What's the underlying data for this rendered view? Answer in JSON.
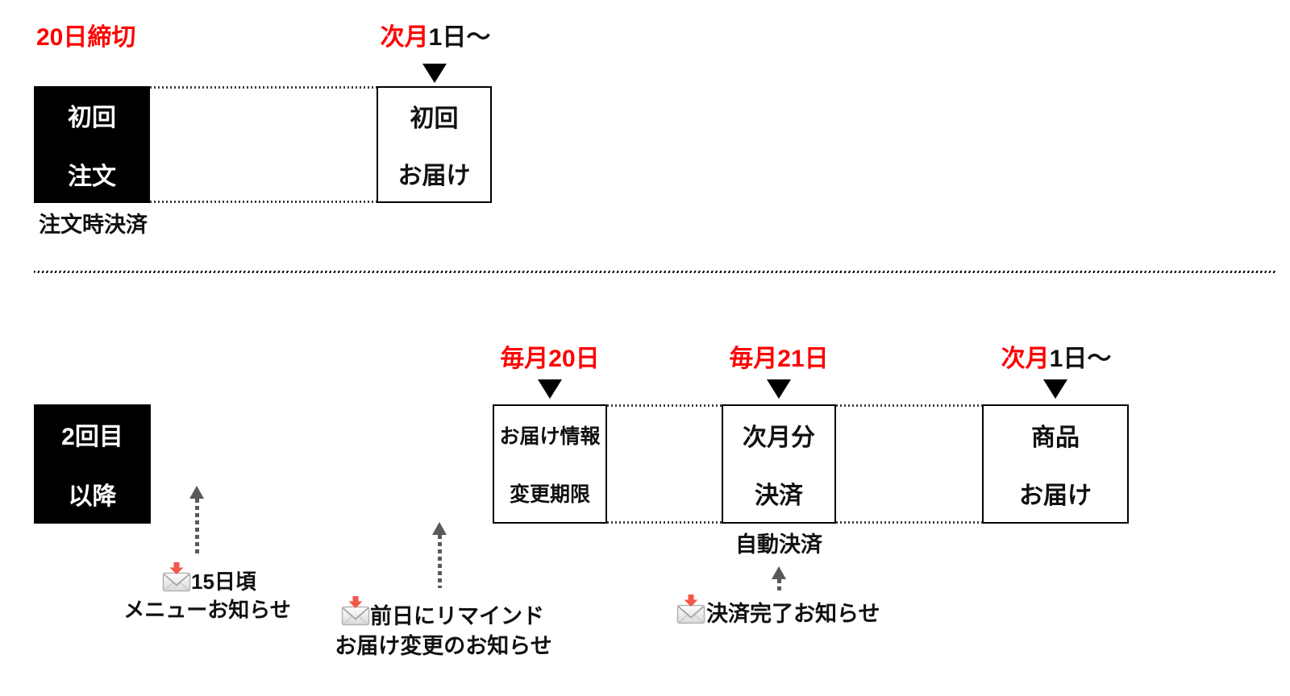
{
  "palette": {
    "red": "#fe0000",
    "ink": "#111111",
    "arrow_gray": "#595959",
    "mail_red": "#f3564a"
  },
  "first_order": {
    "deadline_label": "20日締切",
    "delivery_date_red": "次月",
    "delivery_date_black": "1日～",
    "order_box": {
      "line1": "初回",
      "line2": "注文"
    },
    "delivery_box": {
      "line1": "初回",
      "line2": "お届け"
    },
    "payment_note": "注文時決済"
  },
  "recurring": {
    "section_box": {
      "line1": "2回目",
      "line2": "以降"
    },
    "milestones": [
      {
        "date_red": "毎月20日",
        "date_black": "",
        "box_line1": "お届け情報",
        "box_line2": "変更期限"
      },
      {
        "date_red": "毎月21日",
        "date_black": "",
        "box_line1": "次月分",
        "box_line2": "決済"
      },
      {
        "date_red": "次月",
        "date_black": "1日～",
        "box_line1": "商品",
        "box_line2": "お届け"
      }
    ],
    "auto_payment_note": "自動決済",
    "notifications": [
      {
        "line1": "15日頃",
        "line2": "メニューお知らせ"
      },
      {
        "line1": "前日にリマインド",
        "line2": "お届け変更のお知らせ"
      },
      {
        "line1": "決済完了お知らせ",
        "line2": ""
      }
    ]
  }
}
